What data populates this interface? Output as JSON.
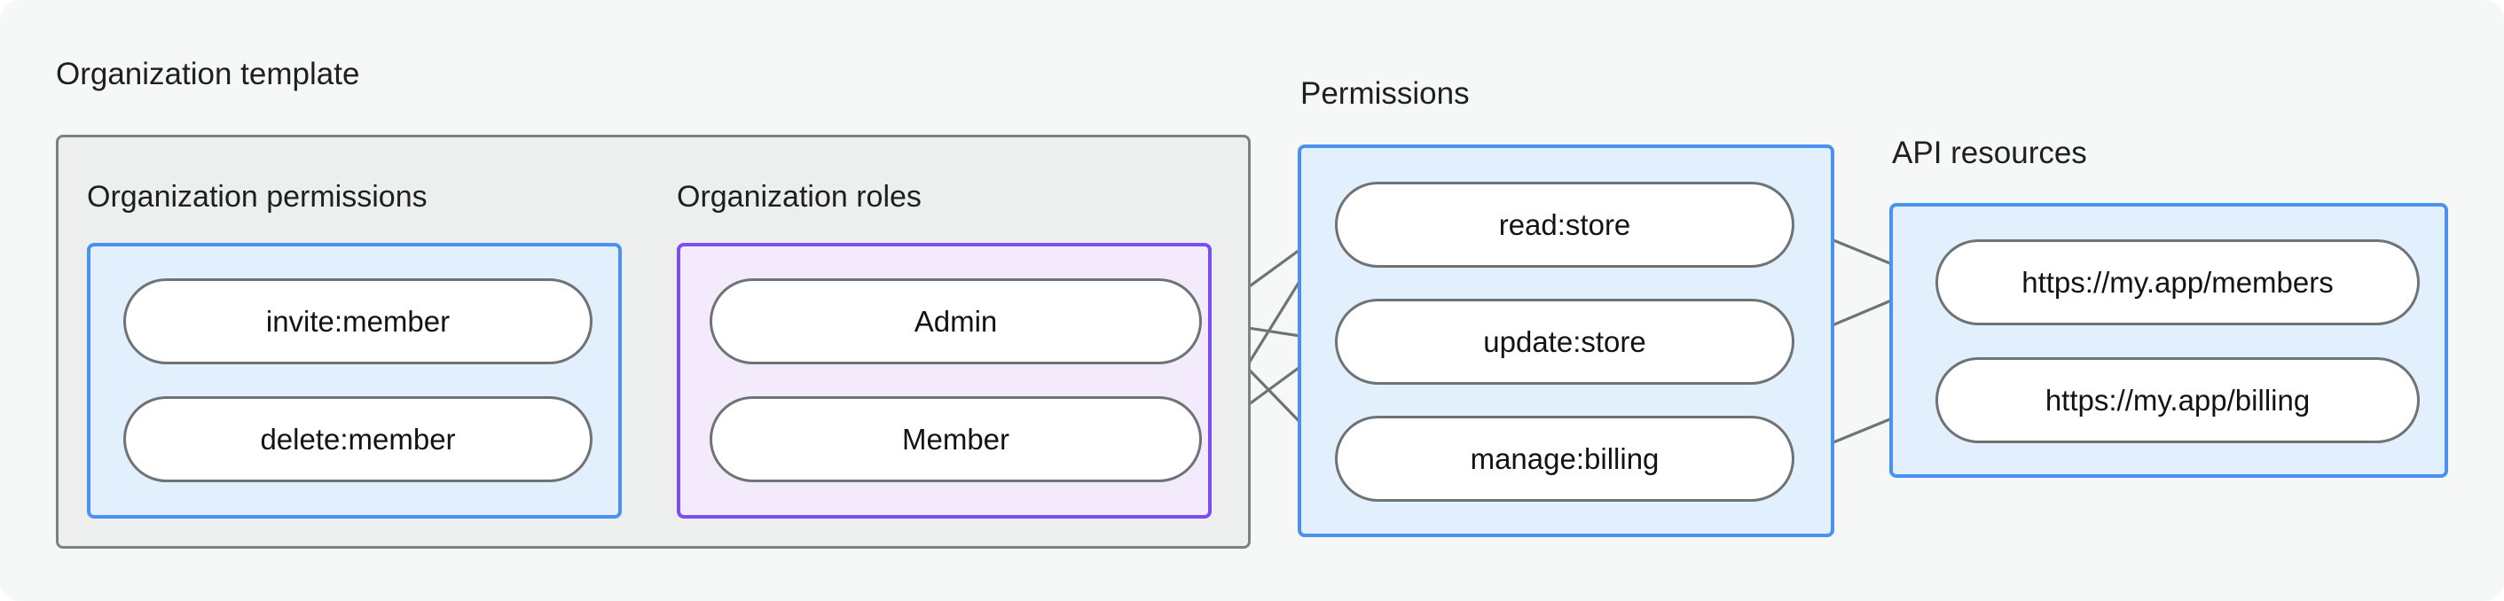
{
  "diagram": {
    "type": "relationship-flow",
    "background": "#f6f8f8",
    "colors": {
      "outer_border": "#7c8184",
      "outer_fill": "#edefee",
      "blue_border": "#4a91f2",
      "blue_fill": "#e2effc",
      "purple_border": "#7b4ef5",
      "purple_fill": "#f3ebfc",
      "node_border": "#6e7376",
      "node_fill": "#ffffff",
      "edge": "#6e7376",
      "text": "#1d1f20"
    },
    "groups": {
      "organization_template": {
        "label": "Organization template"
      },
      "organization_permissions": {
        "label": "Organization permissions"
      },
      "organization_roles": {
        "label": "Organization roles"
      },
      "permissions": {
        "label": "Permissions"
      },
      "api_resources": {
        "label": "API resources"
      }
    },
    "nodes": {
      "organization_permissions": [
        {
          "id": "invite-member",
          "label": "invite:member"
        },
        {
          "id": "delete-member",
          "label": "delete:member"
        }
      ],
      "organization_roles": [
        {
          "id": "admin",
          "label": "Admin"
        },
        {
          "id": "member",
          "label": "Member"
        }
      ],
      "permissions": [
        {
          "id": "read-store",
          "label": "read:store"
        },
        {
          "id": "update-store",
          "label": "update:store"
        },
        {
          "id": "manage-billing",
          "label": "manage:billing"
        }
      ],
      "api_resources": [
        {
          "id": "members-url",
          "label": "https://my.app/members"
        },
        {
          "id": "billing-url",
          "label": "https://my.app/billing"
        }
      ]
    },
    "edges": [
      {
        "from": "invite-member",
        "to": "admin"
      },
      {
        "from": "invite-member",
        "to": "member"
      },
      {
        "from": "delete-member",
        "to": "member"
      },
      {
        "from": "admin",
        "to": "read-store"
      },
      {
        "from": "admin",
        "to": "update-store"
      },
      {
        "from": "admin",
        "to": "manage-billing"
      },
      {
        "from": "member",
        "to": "read-store"
      },
      {
        "from": "member",
        "to": "update-store"
      },
      {
        "from": "read-store",
        "to": "members-url"
      },
      {
        "from": "update-store",
        "to": "members-url"
      },
      {
        "from": "manage-billing",
        "to": "billing-url"
      }
    ]
  }
}
